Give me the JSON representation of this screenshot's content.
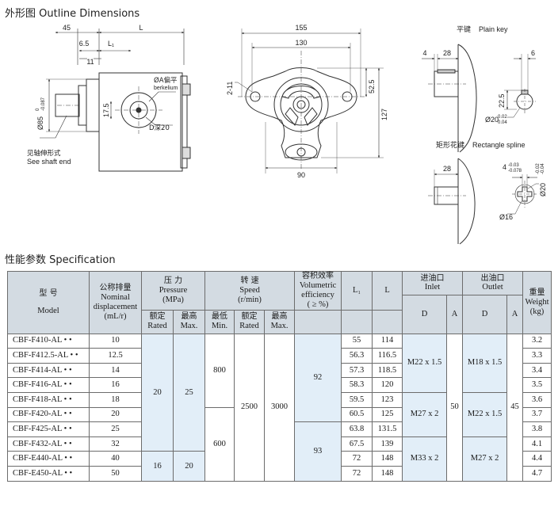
{
  "outline": {
    "title": "外形图   Outline Dimensions",
    "front_view": {
      "dim_45": "45",
      "dim_L": "L",
      "dim_6_5": "6.5",
      "dim_L1": "L₁",
      "dim_11": "11",
      "dim_shaft_dia": "Ø85",
      "dim_shaft_tol_top": "0",
      "dim_shaft_tol_bottom": "-0.087",
      "dim_17_5": "17.5",
      "label_port_A": "ØA偏平",
      "label_port_A_sub": "berkelium",
      "label_port_D": "D深20",
      "note_cn": "见轴伸形式",
      "note_en": "See shaft end"
    },
    "side_view": {
      "dim_155": "155",
      "dim_130": "130",
      "dim_2_11": "2-11",
      "dim_52_5": "52.5",
      "dim_127": "127",
      "dim_90": "90"
    },
    "plain_key": {
      "title_cn": "平键",
      "title_en": "Plain key",
      "dim_4": "4",
      "dim_28": "28",
      "dim_6": "6",
      "dim_22_5": "22.5",
      "dim_dia20": "Ø20",
      "dim_tol_top": "0.02",
      "dim_tol_bottom": "0.04"
    },
    "spline": {
      "title_cn": "矩形花键",
      "title_en": "Rectangle spline",
      "dim_28": "28",
      "dim_4": "4",
      "dim_4_tol_top": "-0.03",
      "dim_4_tol_bottom": "-0.078",
      "dim_dia20": "Ø20",
      "dim_dia20_tol_top": "-0.02",
      "dim_dia20_tol_bottom": "-0.04",
      "dim_dia16": "Ø16"
    }
  },
  "spec": {
    "title": "性能参数   Specification",
    "headers": {
      "model_cn": "型        号",
      "model_en": "Model",
      "disp_cn": "公称排量",
      "disp_en1": "Nominal",
      "disp_en2": "displacement",
      "disp_unit": "(mL/r)",
      "pressure_cn": "压    力",
      "pressure_en": "Pressure",
      "pressure_unit": "(MPa)",
      "rated_cn": "额定",
      "rated_en": "Rated",
      "max_cn": "最高",
      "max_en": "Max.",
      "speed_cn": "转    速",
      "speed_en": "Speed",
      "speed_unit": "(r/min)",
      "min_cn": "最低",
      "min_en": "Min.",
      "srated_cn": "额定",
      "srated_en": "Rated",
      "smax_cn": "最高",
      "smax_en": "Max.",
      "eff_cn": "容积效率",
      "eff_en1": "Volumetric",
      "eff_en2": "efficiency",
      "eff_unit": "( ≥ %)",
      "l1": "L₁",
      "l": "L",
      "inlet_cn": "进油口",
      "inlet_en": "Inlet",
      "outlet_cn": "出油口",
      "outlet_en": "Outlet",
      "d": "D",
      "a": "A",
      "weight_cn": "重量",
      "weight_en": "Weight",
      "weight_unit": "(kg)"
    },
    "rows": [
      {
        "model": "CBF-F410-AL • •",
        "disp": "10",
        "l1": "55",
        "l": "114",
        "weight": "3.2"
      },
      {
        "model": "CBF-F412.5-AL • •",
        "disp": "12.5",
        "l1": "56.3",
        "l": "116.5",
        "weight": "3.3"
      },
      {
        "model": "CBF-F414-AL • •",
        "disp": "14",
        "l1": "57.3",
        "l": "118.5",
        "weight": "3.4"
      },
      {
        "model": "CBF-F416-AL • •",
        "disp": "16",
        "l1": "58.3",
        "l": "120",
        "weight": "3.5"
      },
      {
        "model": "CBF-F418-AL • •",
        "disp": "18",
        "l1": "59.5",
        "l": "123",
        "weight": "3.6"
      },
      {
        "model": "CBF-F420-AL • •",
        "disp": "20",
        "l1": "60.5",
        "l": "125",
        "weight": "3.7"
      },
      {
        "model": "CBF-F425-AL • •",
        "disp": "25",
        "l1": "63.8",
        "l": "131.5",
        "weight": "3.8"
      },
      {
        "model": "CBF-F432-AL • •",
        "disp": "32",
        "l1": "67.5",
        "l": "139",
        "weight": "4.1"
      },
      {
        "model": "CBF-E440-AL • •",
        "disp": "40",
        "l1": "72",
        "l": "148",
        "weight": "4.4"
      },
      {
        "model": "CBF-E450-AL • •",
        "disp": "50",
        "l1": "72",
        "l": "148",
        "weight": "4.7"
      }
    ],
    "merged": {
      "rated_20": "20",
      "max_25": "25",
      "rated_16": "16",
      "max_20": "20",
      "min_800": "800",
      "min_600": "600",
      "srated_2500": "2500",
      "smax_3000": "3000",
      "eff_92": "92",
      "eff_93": "93",
      "inlet_d1": "M22 x 1.5",
      "inlet_d2": "M27 x 2",
      "inlet_d3": "M33 x 2",
      "inlet_a": "50",
      "outlet_d1": "M18 x 1.5",
      "outlet_d2": "M22 x 1.5",
      "outlet_d3": "M27 x 2",
      "outlet_a": "45"
    }
  }
}
